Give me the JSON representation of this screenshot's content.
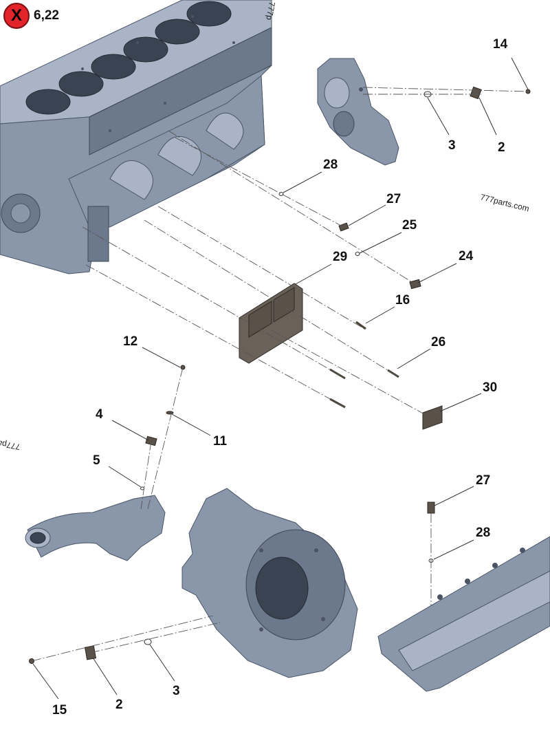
{
  "badge": {
    "symbol": "X",
    "label": "6,22",
    "color": "#e3232a"
  },
  "watermarks": {
    "top": "777p",
    "right": "777parts.com",
    "left": "777pa"
  },
  "callouts": [
    {
      "id": "14",
      "text": "14"
    },
    {
      "id": "3a",
      "text": "3"
    },
    {
      "id": "2a",
      "text": "2"
    },
    {
      "id": "28a",
      "text": "28"
    },
    {
      "id": "27a",
      "text": "27"
    },
    {
      "id": "25",
      "text": "25"
    },
    {
      "id": "29",
      "text": "29"
    },
    {
      "id": "24",
      "text": "24"
    },
    {
      "id": "16",
      "text": "16"
    },
    {
      "id": "12",
      "text": "12"
    },
    {
      "id": "26",
      "text": "26"
    },
    {
      "id": "30",
      "text": "30"
    },
    {
      "id": "4",
      "text": "4"
    },
    {
      "id": "11",
      "text": "11"
    },
    {
      "id": "5",
      "text": "5"
    },
    {
      "id": "27b",
      "text": "27"
    },
    {
      "id": "28b",
      "text": "28"
    },
    {
      "id": "15",
      "text": "15"
    },
    {
      "id": "2b",
      "text": "2"
    },
    {
      "id": "3b",
      "text": "3"
    }
  ]
}
